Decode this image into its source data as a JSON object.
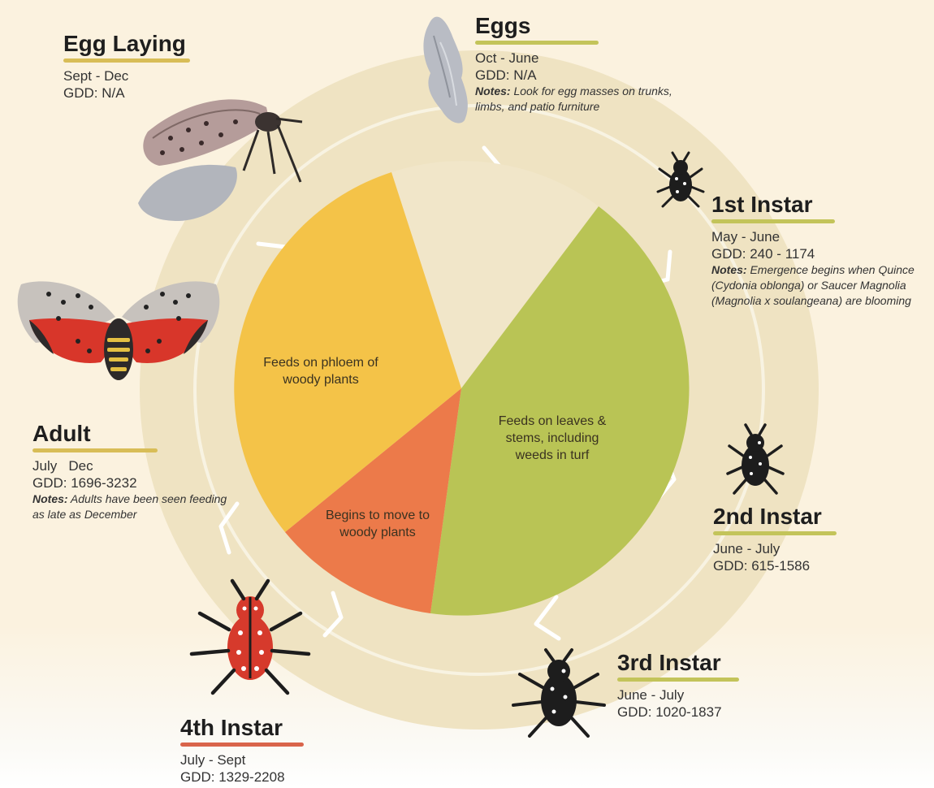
{
  "colors": {
    "background": "#fbf2df",
    "ring": "#efe3c2",
    "wedge_eggs": "#f1e6c9",
    "wedge_nymph_feeding": "#b9c455",
    "wedge_transition": "#ec7a4a",
    "wedge_adult_feeding": "#f4c348",
    "underline_default": "#c3c45a",
    "underline_adult": "#d8bd57",
    "underline_4th": "#d9644b"
  },
  "stages": {
    "egg_laying": {
      "title": "Egg Laying",
      "dates": "Sept - Dec",
      "gdd": "GDD: N/A"
    },
    "eggs": {
      "title": "Eggs",
      "dates": "Oct - June",
      "gdd": "GDD: N/A",
      "notes_label": "Notes:",
      "notes_text": " Look for egg masses on trunks, limbs, and patio furniture"
    },
    "instar1": {
      "title": "1st Instar",
      "dates": "May - June",
      "gdd": "GDD: 240 - 1174",
      "notes_label": "Notes:",
      "notes_text": " Emergence begins when Quince (Cydonia oblonga) or Saucer Magnolia (Magnolia x soulangeana) are blooming"
    },
    "instar2": {
      "title": "2nd Instar",
      "dates": "June - July",
      "gdd": "GDD: 615-1586"
    },
    "instar3": {
      "title": "3rd Instar",
      "dates": "June - July",
      "gdd": "GDD: 1020-1837"
    },
    "instar4": {
      "title": "4th Instar",
      "dates": "July - Sept",
      "gdd": "GDD: 1329-2208"
    },
    "adult": {
      "title": "Adult",
      "dates": "July   Dec",
      "gdd": "GDD: 1696-3232",
      "notes_label": "Notes:",
      "notes_text": " Adults have been seen feeding as late as December"
    }
  },
  "wedges": {
    "eggs": "",
    "nymph_feeding": "Feeds on leaves & stems, including weeds in turf",
    "transition": "Begins to move to woody plants",
    "adult_feeding": "Feeds on phloem of woody plants"
  },
  "icons": {
    "egg_mass": "egg-mass-icon",
    "egg_laying_adult": "egg-laying-lanternfly-icon",
    "adult": "adult-lanternfly-icon",
    "nymph1": "first-instar-nymph-icon",
    "nymph2": "second-instar-nymph-icon",
    "nymph3": "third-instar-nymph-icon",
    "nymph4": "fourth-instar-nymph-icon"
  }
}
